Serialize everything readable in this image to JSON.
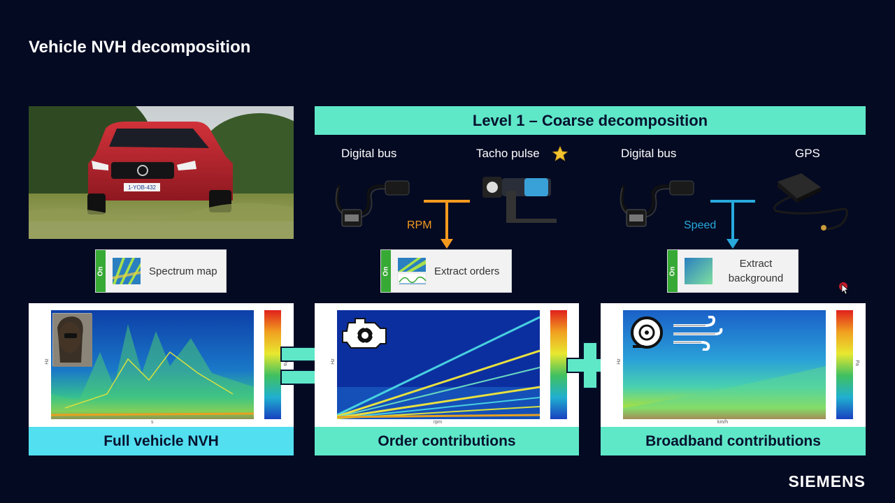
{
  "slide": {
    "title": "Vehicle NVH decomposition",
    "brand": "SIEMENS"
  },
  "level_banner": "Level 1 – Coarse decomposition",
  "sources": [
    {
      "label": "Digital bus",
      "icon": "obd-cable-icon"
    },
    {
      "label": "Tacho pulse",
      "icon": "tacho-sensor-icon",
      "badge": "star-icon"
    },
    {
      "label": "Digital bus",
      "icon": "obd-cable-icon"
    },
    {
      "label": "GPS",
      "icon": "gps-antenna-icon"
    }
  ],
  "arrows": {
    "rpm": {
      "label": "RPM",
      "color": "#f59a1e"
    },
    "speed": {
      "label": "Speed",
      "color": "#28a9dc"
    }
  },
  "car_photo": {
    "plate": "1-YOB-432"
  },
  "function_blocks": [
    {
      "status": "On",
      "label": "Spectrum map"
    },
    {
      "status": "On",
      "label": "Extract orders"
    },
    {
      "status": "On",
      "label_line1": "Extract",
      "label_line2": "background"
    }
  ],
  "panels": [
    {
      "footer": "Full vehicle NVH",
      "footer_color": "#52dff0",
      "y_unit": "Hz",
      "x_unit": "s",
      "z_unit": "Pa"
    },
    {
      "footer": "Order contributions",
      "footer_color": "#5fe8c8",
      "y_unit": "Hz",
      "x_unit": "rpm"
    },
    {
      "footer": "Broadband contributions",
      "footer_color": "#5fe8c8",
      "y_unit": "Hz",
      "x_unit": "km/h",
      "z_unit": "Pa"
    }
  ],
  "operators": {
    "equals": "=",
    "plus": "+"
  },
  "colors": {
    "background": "#040a22",
    "banner": "#5fe8c8",
    "on_green": "#37a935"
  }
}
